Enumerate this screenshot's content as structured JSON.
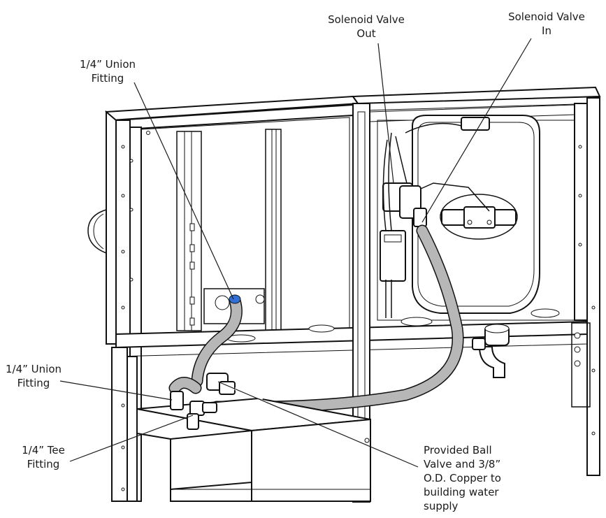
{
  "labels": {
    "union_fitting_top": {
      "line1": "1/4” Union",
      "line2": "Fitting"
    },
    "solenoid_out": {
      "line1": "Solenoid Valve",
      "line2": "Out"
    },
    "solenoid_in": {
      "line1": "Solenoid Valve",
      "line2": "In"
    },
    "union_fitting_left": {
      "line1": "1/4” Union",
      "line2": "Fitting"
    },
    "tee_fitting": {
      "line1": "1/4” Tee",
      "line2": "Fitting"
    },
    "ball_valve": {
      "line1": "Provided Ball",
      "line2": "Valve and 3/8”",
      "line3": "O.D. Copper to",
      "line4": "building water",
      "line5": "supply"
    }
  },
  "colors": {
    "line": "#1a1a1a",
    "hose": "#b7b7b7",
    "union_accent": "#2f6fd6"
  }
}
